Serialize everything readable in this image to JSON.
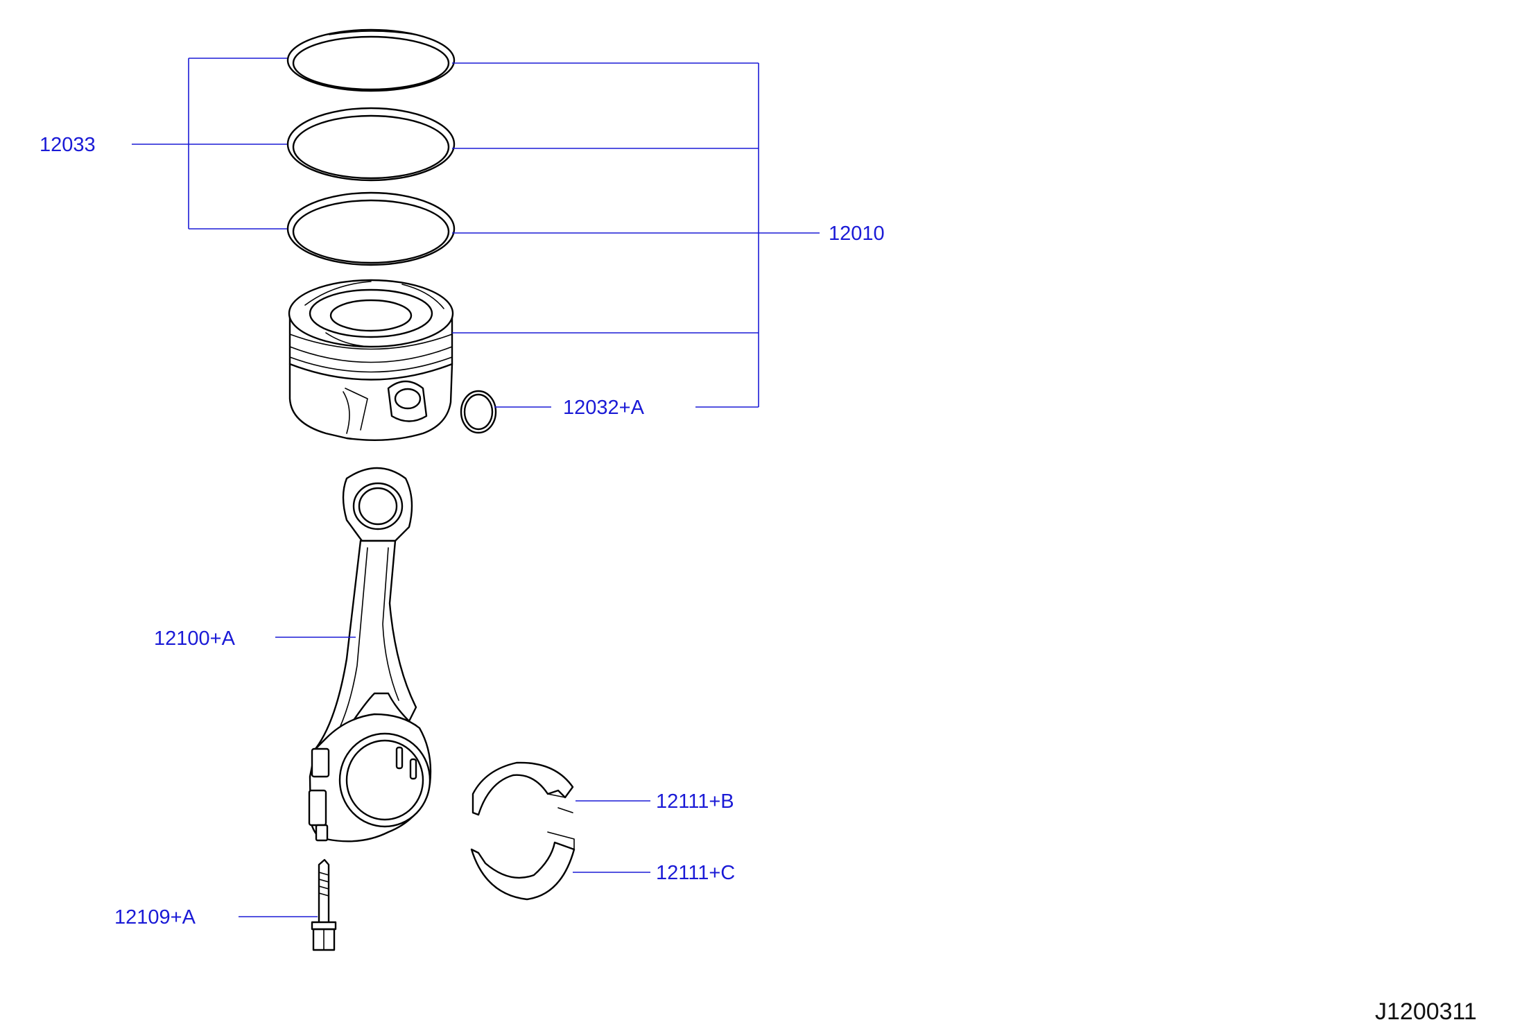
{
  "callouts": {
    "piston_rings": "12033",
    "piston_assembly": "12010",
    "snap_ring": "12032+A",
    "connecting_rod": "12100+A",
    "bearing_upper": "12111+B",
    "bearing_lower": "12111+C",
    "rod_bolt": "12109+A"
  },
  "reference_code": "J1200311",
  "colors": {
    "callout_text": "#1a1ad6",
    "leader_line": "#1a1ad6",
    "part_outline": "#000000",
    "background": "#ffffff"
  }
}
